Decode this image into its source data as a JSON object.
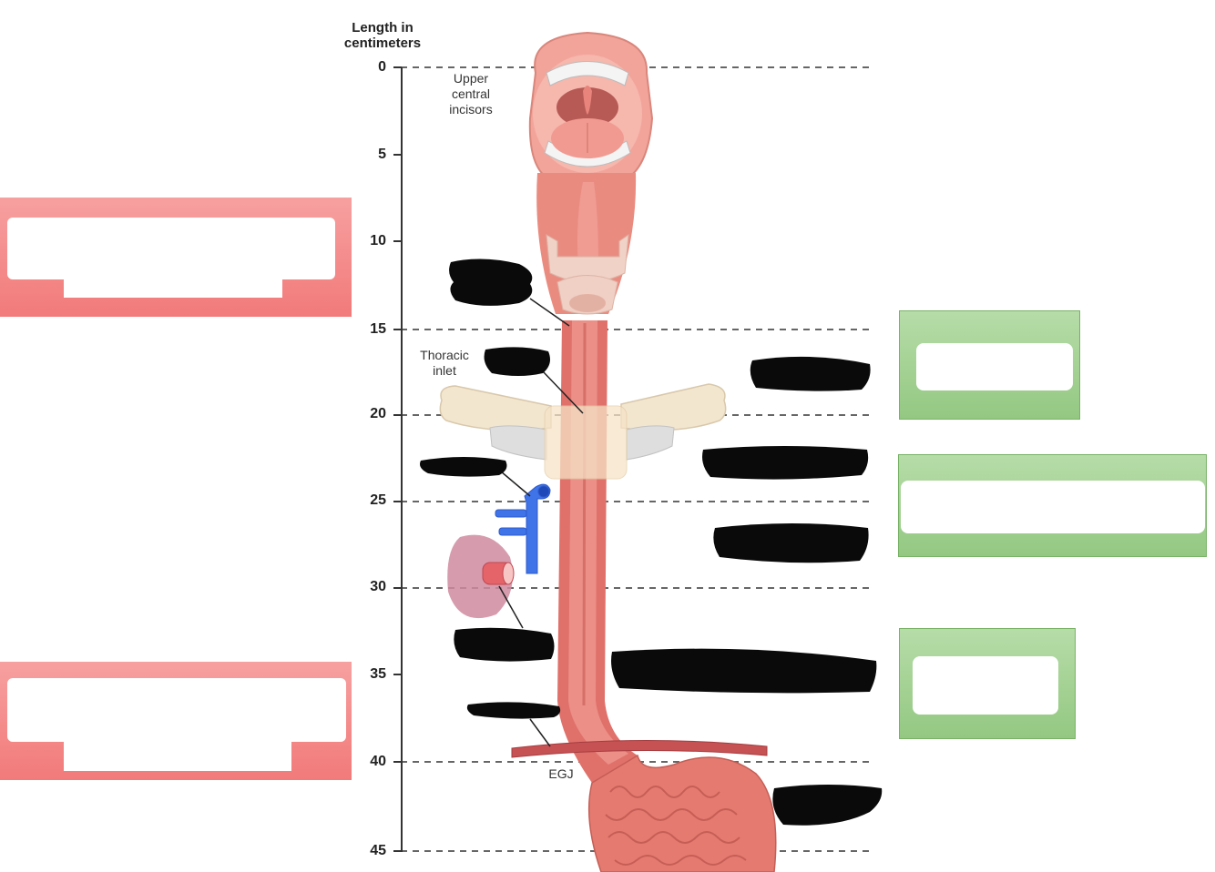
{
  "axis": {
    "title_line1": "Length in",
    "title_line2": "centimeters",
    "ticks": [
      "0",
      "5",
      "10",
      "15",
      "20",
      "25",
      "30",
      "35",
      "40",
      "45"
    ]
  },
  "labels": {
    "incisors_line1": "Upper",
    "incisors_line2": "central",
    "incisors_line3": "incisors",
    "thoracic_line1": "Thoracic",
    "thoracic_line2": "inlet",
    "egj": "EGJ"
  },
  "colors": {
    "esophagus": "#e0716a",
    "esophagus_light": "#f1a49b",
    "vein": "#3f73e8",
    "aorta": "#e5646a",
    "red_box": "#f48787",
    "green_box": "#9dcd8c"
  }
}
